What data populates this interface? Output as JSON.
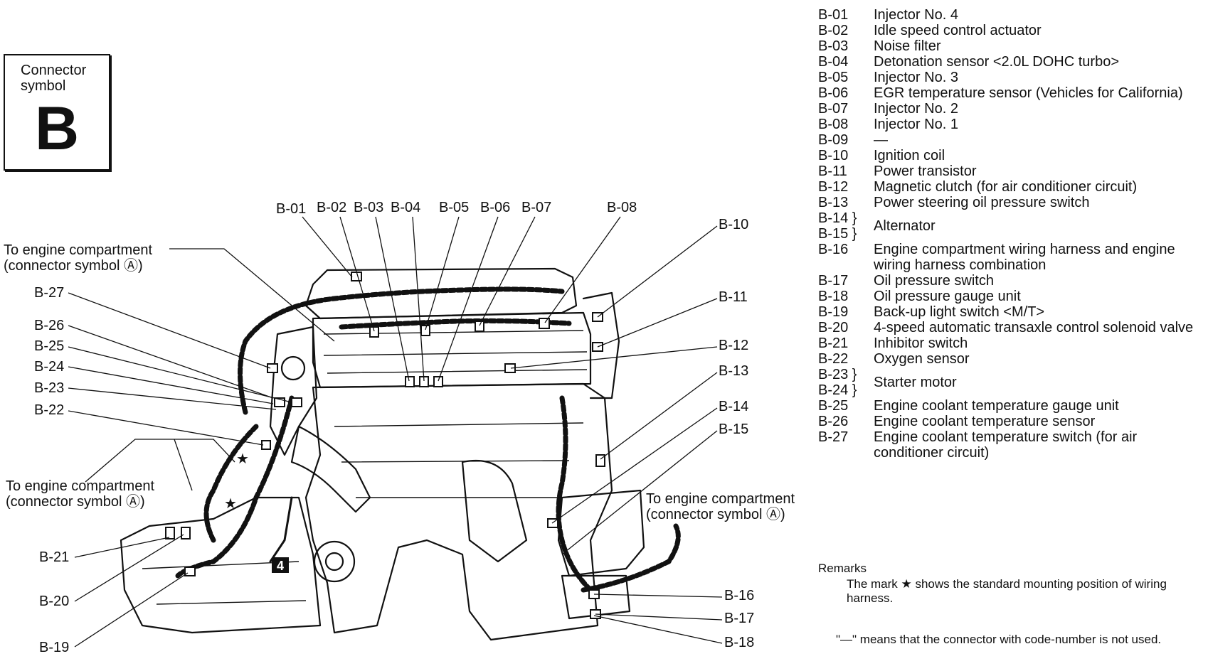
{
  "connector_symbol": {
    "caption": "Connector\nsymbol",
    "letter": "B"
  },
  "diagram": {
    "compartment_note": "To engine compartment",
    "compartment_symbol": "(connector symbol Ⓐ)",
    "tag_number": "4",
    "callouts": {
      "b01": "B-01",
      "b02": "B-02",
      "b03": "B-03",
      "b04": "B-04",
      "b05": "B-05",
      "b06": "B-06",
      "b07": "B-07",
      "b08": "B-08",
      "b10": "B-10",
      "b11": "B-11",
      "b12": "B-12",
      "b13": "B-13",
      "b14": "B-14",
      "b15": "B-15",
      "b16": "B-16",
      "b17": "B-17",
      "b18": "B-18",
      "b19": "B-19",
      "b20": "B-20",
      "b21": "B-21",
      "b22": "B-22",
      "b23": "B-23",
      "b24": "B-24",
      "b25": "B-25",
      "b26": "B-26",
      "b27": "B-27"
    }
  },
  "legend": [
    {
      "code": "B-01",
      "desc": "Injector No. 4"
    },
    {
      "code": "B-02",
      "desc": "Idle speed control actuator"
    },
    {
      "code": "B-03",
      "desc": "Noise filter"
    },
    {
      "code": "B-04",
      "desc": "Detonation sensor <2.0L DOHC turbo>"
    },
    {
      "code": "B-05",
      "desc": "Injector No. 3"
    },
    {
      "code": "B-06",
      "desc": "EGR temperature sensor (Vehicles for California)"
    },
    {
      "code": "B-07",
      "desc": "Injector No. 2"
    },
    {
      "code": "B-08",
      "desc": "Injector No. 1"
    },
    {
      "code": "B-09",
      "desc": "—"
    },
    {
      "code": "B-10",
      "desc": "Ignition coil"
    },
    {
      "code": "B-11",
      "desc": "Power transistor"
    },
    {
      "code": "B-12",
      "desc": "Magnetic clutch (for air conditioner circuit)"
    },
    {
      "code": "B-13",
      "desc": "Power steering oil pressure switch"
    },
    {
      "code": "B-14 }\nB-15 }",
      "desc": "Alternator"
    },
    {
      "code": "B-16",
      "desc": "Engine compartment wiring harness and engine wiring harness combination"
    },
    {
      "code": "B-17",
      "desc": "Oil pressure switch"
    },
    {
      "code": "B-18",
      "desc": "Oil pressure gauge unit"
    },
    {
      "code": "B-19",
      "desc": "Back-up light switch <M/T>"
    },
    {
      "code": "B-20",
      "desc": "4-speed automatic transaxle control solenoid valve"
    },
    {
      "code": "B-21",
      "desc": "Inhibitor switch"
    },
    {
      "code": "B-22",
      "desc": "Oxygen sensor"
    },
    {
      "code": "B-23 }\nB-24 }",
      "desc": "Starter motor"
    },
    {
      "code": "B-25",
      "desc": "Engine coolant temperature gauge unit"
    },
    {
      "code": "B-26",
      "desc": "Engine coolant temperature sensor"
    },
    {
      "code": "B-27",
      "desc": "Engine coolant temperature switch (for air conditioner circuit)"
    }
  ],
  "remarks": {
    "title": "Remarks",
    "items": [
      "The mark ★ shows the standard mounting position of wiring harness.",
      "\"—\" means that the connector with code-number is not used."
    ]
  }
}
